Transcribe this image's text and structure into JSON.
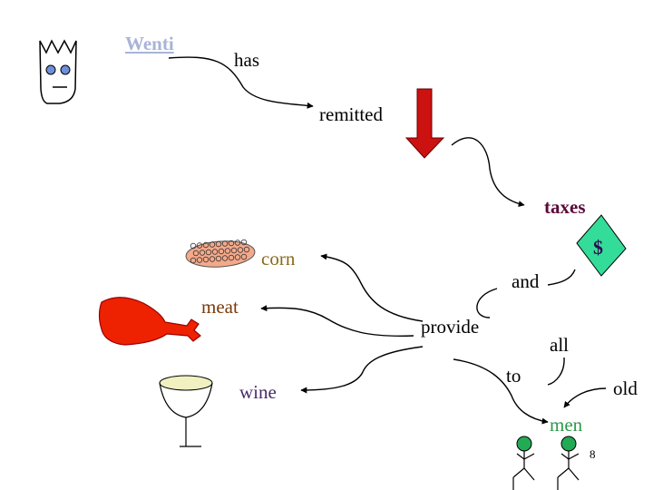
{
  "words": {
    "wenti": "Wenti",
    "has": "has",
    "remitted": "remitted",
    "taxes": "taxes",
    "dollar": "$",
    "corn": "corn",
    "and": "and",
    "meat": "meat",
    "provide": "provide",
    "all": "all",
    "to": "to",
    "old": "old",
    "wine": "wine",
    "men": "men",
    "page_number": "8"
  },
  "colors": {
    "wenti": "#a8b4d8",
    "taxes": "#5a0a3a",
    "dollar_text": "#2a1050",
    "dollar_tag": "#33dd99",
    "corn": "#8a6a1a",
    "meat": "#7a3a0a",
    "wine": "#4a2a6a",
    "men": "#2a9a4a",
    "down_arrow": "#cc1111",
    "drumstick": "#ee2200",
    "cup_liquid": "#f0f0c0",
    "corn_cob": "#f4a98a",
    "face_eyes": "#6f8fd8",
    "person_head": "#22aa55"
  },
  "icons": [
    "king-face-icon",
    "down-arrow-icon",
    "dollar-tag-icon",
    "corn-cob-icon",
    "drumstick-icon",
    "wine-cup-icon",
    "old-man-icon"
  ]
}
